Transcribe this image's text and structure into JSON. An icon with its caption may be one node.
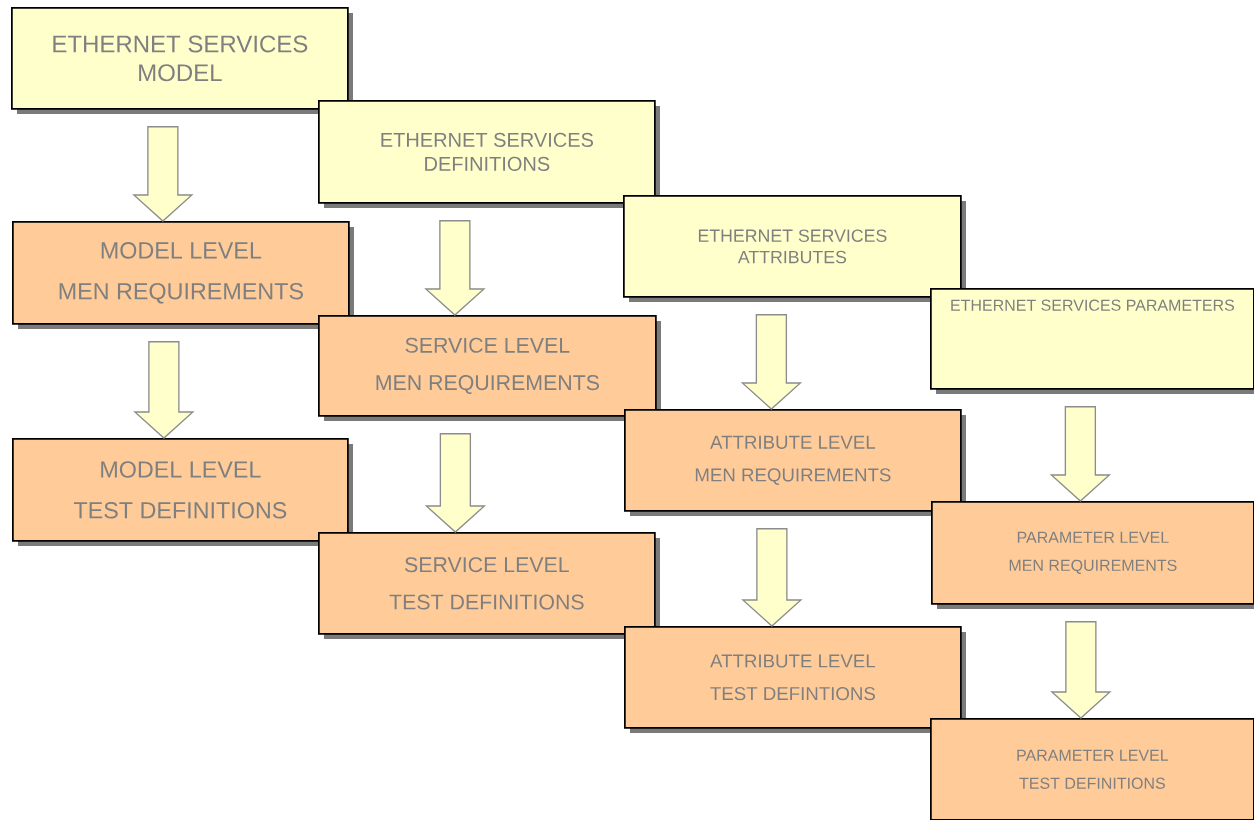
{
  "diagram": {
    "nodes": [
      {
        "text": [
          "ETHERNET SERVICES MODEL"
        ]
      },
      {
        "text": [
          "MODEL LEVEL",
          "MEN REQUIREMENTS"
        ]
      },
      {
        "text": [
          "MODEL LEVEL",
          "TEST DEFINITIONS"
        ]
      },
      {
        "text": [
          "ETHERNET SERVICES DEFINITIONS"
        ]
      },
      {
        "text": [
          "SERVICE LEVEL",
          "MEN REQUIREMENTS"
        ]
      },
      {
        "text": [
          "SERVICE LEVEL",
          "TEST DEFINITIONS"
        ]
      },
      {
        "text": [
          "ETHERNET SERVICES ATTRIBUTES"
        ]
      },
      {
        "text": [
          "ATTRIBUTE LEVEL",
          "MEN REQUIREMENTS"
        ]
      },
      {
        "text": [
          "ATTRIBUTE LEVEL",
          "TEST DEFINTIONS"
        ]
      },
      {
        "text": [
          "ETHERNET SERVICES PARAMETERS"
        ]
      },
      {
        "text": [
          "PARAMETER LEVEL",
          "MEN REQUIREMENTS"
        ]
      },
      {
        "text": [
          "PARAMETER LEVEL",
          "TEST DEFINITIONS"
        ]
      }
    ],
    "edges": [
      {
        "from": 0,
        "to": 1,
        "arrow": "to"
      },
      {
        "from": 1,
        "to": 2,
        "arrow": "to"
      },
      {
        "from": 3,
        "to": 4,
        "arrow": "to"
      },
      {
        "from": 4,
        "to": 5,
        "arrow": "to"
      },
      {
        "from": 6,
        "to": 7,
        "arrow": "to"
      },
      {
        "from": 7,
        "to": 8,
        "arrow": "to"
      },
      {
        "from": 9,
        "to": 10,
        "arrow": "to"
      },
      {
        "from": 10,
        "to": 11,
        "arrow": "to"
      }
    ]
  }
}
